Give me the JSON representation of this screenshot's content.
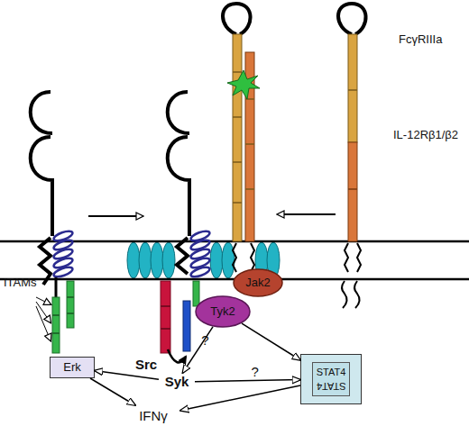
{
  "diagram": {
    "nodes": [
      {
        "text": [
          "Jak2"
        ]
      },
      {
        "text": [
          "Tyk2"
        ]
      },
      {
        "text": [
          "Syk"
        ]
      },
      {
        "text": [
          "Erk"
        ]
      },
      {
        "text": [
          "STAT4",
          "STAT4"
        ]
      },
      {
        "text": [
          "IFNγ"
        ]
      }
    ],
    "edges": [
      {
        "from": 1,
        "to": 2,
        "arrow": "to",
        "label": "?"
      },
      {
        "from": 2,
        "to": 3,
        "arrow": "to"
      },
      {
        "from": 2,
        "to": 4,
        "arrow": "to",
        "label": "?"
      },
      {
        "from": 1,
        "to": 4,
        "arrow": "to"
      },
      {
        "from": 3,
        "to": 5,
        "arrow": "to"
      },
      {
        "from": 4,
        "to": 5,
        "arrow": "to"
      }
    ],
    "labels": [
      "FcγRIIIa",
      "IL-12Rβ1/β2",
      "ITAMs",
      "Src"
    ]
  }
}
